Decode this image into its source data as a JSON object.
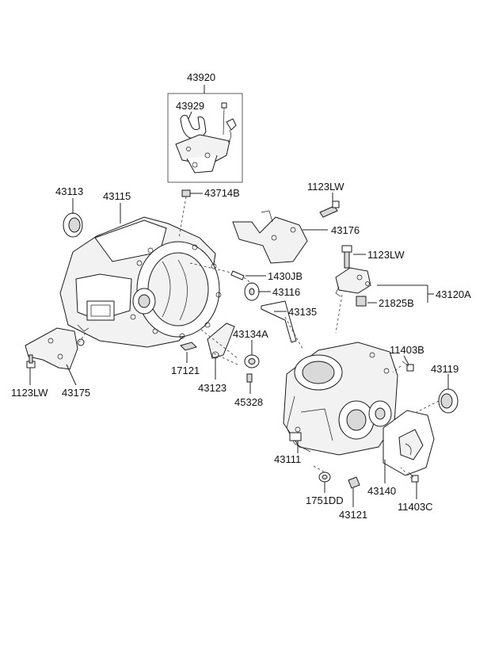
{
  "labels": {
    "p43920": "43920",
    "p43929": "43929",
    "p43113": "43113",
    "p43115": "43115",
    "p43714B": "43714B",
    "p1123LW_top": "1123LW",
    "p43176": "43176",
    "p1123LW_mid": "1123LW",
    "p1430JB": "1430JB",
    "p43116": "43116",
    "p43120A": "43120A",
    "p21825B": "21825B",
    "p43135": "43135",
    "p43134A": "43134A",
    "p11403B": "11403B",
    "p43119": "43119",
    "p17121": "17121",
    "p43123": "43123",
    "p45328": "45328",
    "p1123LW_left": "1123LW",
    "p43175": "43175",
    "p43111": "43111",
    "p43140": "43140",
    "p1751DD": "1751DD",
    "p43121": "43121",
    "p11403C": "11403C"
  }
}
